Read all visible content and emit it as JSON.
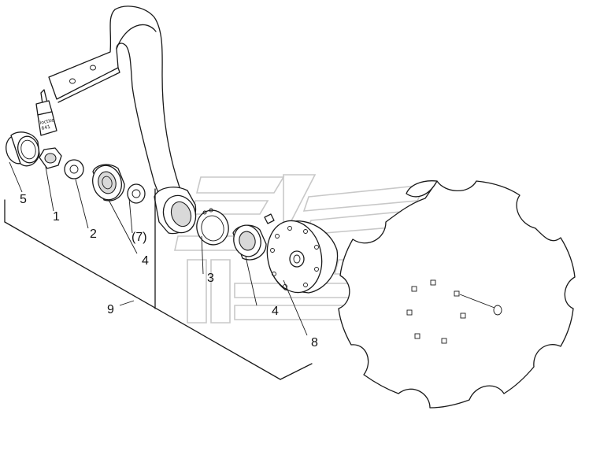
{
  "callouts": {
    "c1": "1",
    "c2": "2",
    "c3": "3",
    "c4a": "4",
    "c4b": "4",
    "c5": "5",
    "c7": "(7)",
    "c8": "8",
    "c9": "9"
  },
  "tube_label": {
    "line1": "loctite",
    "line2": "641"
  }
}
